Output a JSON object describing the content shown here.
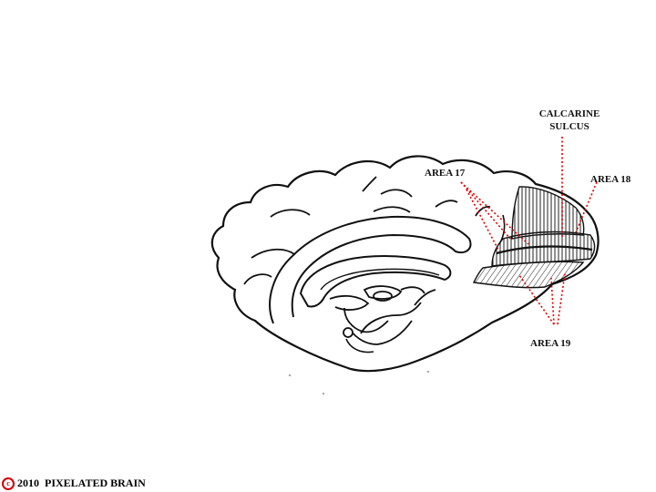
{
  "labels": {
    "calcarine_line1": "CALCARINE",
    "calcarine_line2": "SULCUS",
    "area17": "AREA 17",
    "area18": "AREA 18",
    "area19": "AREA 19"
  },
  "footer": {
    "copyright_symbol": "c",
    "copyright_text": "2010  PIXELATED BRAIN"
  },
  "colors": {
    "outline": "#111111",
    "pointer": "#e00000",
    "copyright_icon": "#d10000",
    "background": "#ffffff"
  },
  "icons": {
    "copyright": "copyright-icon"
  }
}
